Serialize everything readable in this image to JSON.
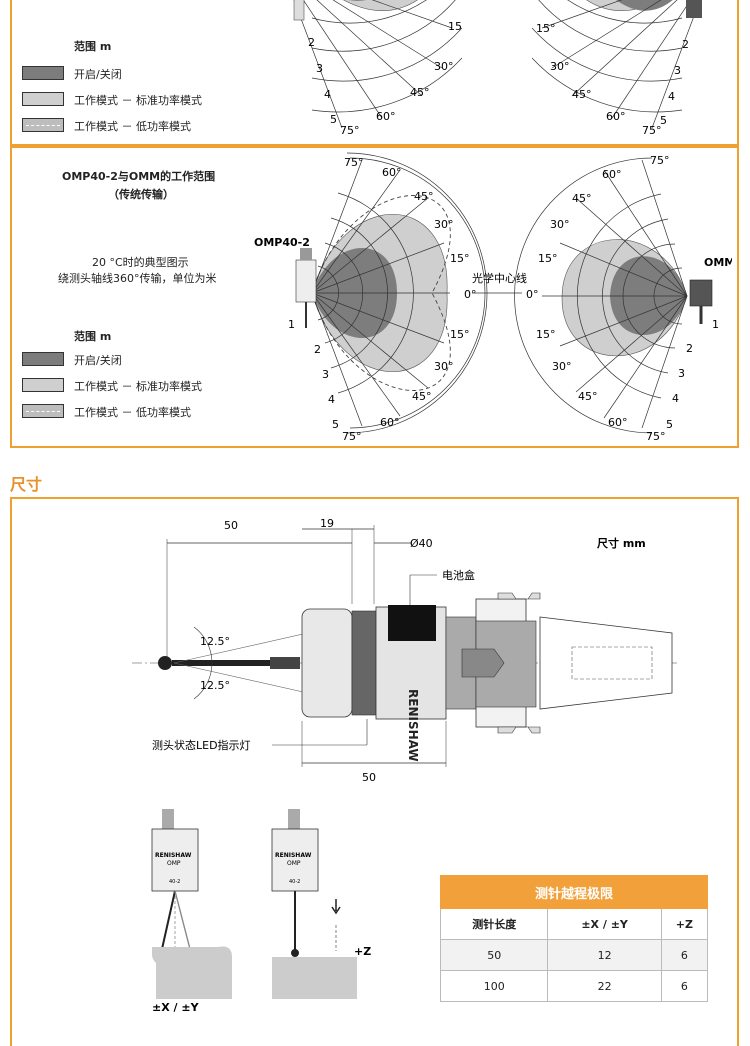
{
  "top_panel": {
    "legend": {
      "title": "范围 m",
      "items": [
        {
          "label": "开启/关闭",
          "style": "dark"
        },
        {
          "label": "工作模式 － 标准功率模式",
          "style": "light"
        },
        {
          "label": "工作模式 － 低功率模式",
          "style": "dash"
        }
      ]
    },
    "left_chart": {
      "angles": [
        "15°",
        "30°",
        "45°",
        "60°",
        "75°"
      ],
      "ranges": [
        "2",
        "3",
        "4",
        "5"
      ]
    },
    "right_chart": {
      "angles": [
        "15°",
        "30°",
        "45°",
        "60°",
        "75°"
      ],
      "ranges": [
        "2",
        "3",
        "4",
        "5"
      ]
    }
  },
  "mid_panel": {
    "title": "OMP40-2与OMM的工作范围",
    "subtitle": "（传统传输）",
    "description_line1": "20 °C时的典型图示",
    "description_line2": "绕测头轴线360°传输，单位为米",
    "legend": {
      "title": "范围 m",
      "items": [
        {
          "label": "开启/关闭",
          "style": "dark"
        },
        {
          "label": "工作模式 － 标准功率模式",
          "style": "light"
        },
        {
          "label": "工作模式 － 低功率模式",
          "style": "dash"
        }
      ]
    },
    "probe_label": "OMP40-2",
    "receiver_label": "OMM",
    "center_line_label": "光学中心线",
    "zero_angle": "0°",
    "angles_upper": [
      "75°",
      "60°",
      "45°",
      "30°",
      "15°"
    ],
    "angles_lower": [
      "15°",
      "30°",
      "45°",
      "60°",
      "75°"
    ],
    "ranges": [
      "1",
      "2",
      "3",
      "4",
      "5"
    ]
  },
  "dimensions": {
    "section_title": "尺寸",
    "units_label": "尺寸 mm",
    "dim_50_top": "50",
    "dim_19": "19",
    "dim_dia": "Ø40",
    "battery_label": "电池盒",
    "angle_upper": "12.5°",
    "angle_lower": "12.5°",
    "led_label": "测头状态LED指示灯",
    "dim_50_bottom": "50",
    "probe_brand": "RENISHAW",
    "probe_model": "OMP",
    "probe_model_2": "40-2",
    "label_xy": "±X / ±Y",
    "label_z": "+Z"
  },
  "overtravel_table": {
    "title": "测针越程极限",
    "headers": [
      "测针长度",
      "±X / ±Y",
      "+Z"
    ],
    "rows": [
      [
        "50",
        "12",
        "6"
      ],
      [
        "100",
        "22",
        "6"
      ]
    ]
  },
  "colors": {
    "accent": "#f0a030",
    "dark_zone": "#7d7d7d",
    "light_zone": "#cfcfcf"
  }
}
